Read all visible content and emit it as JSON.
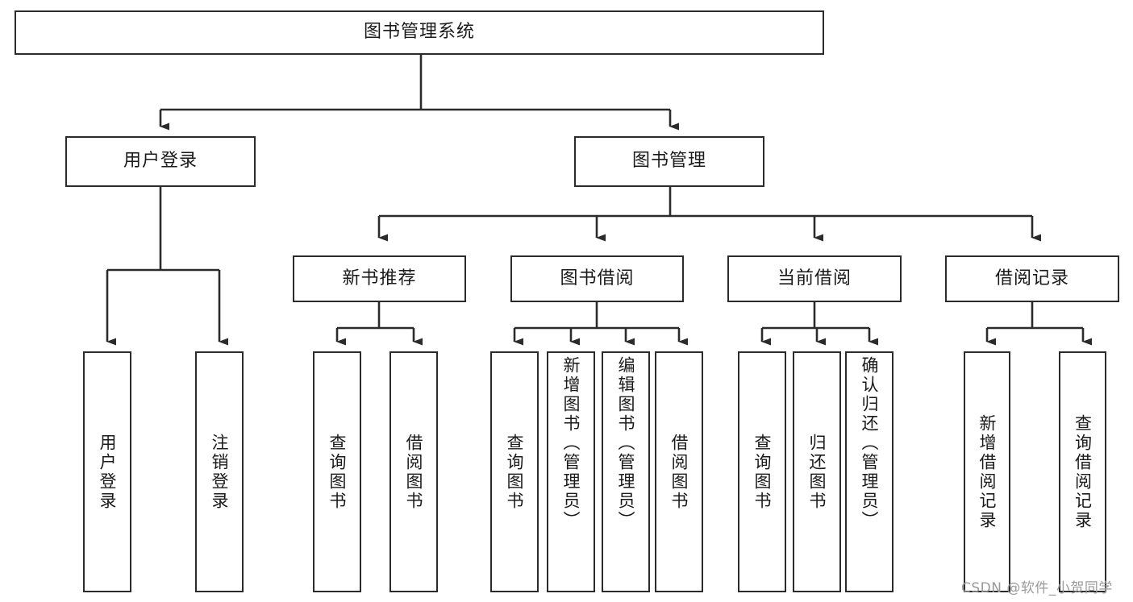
{
  "diagram": {
    "title": "图书管理系统",
    "type": "tree-hierarchy-diagram",
    "root": {
      "label": "图书管理系统"
    },
    "level2": [
      {
        "label": "用户登录"
      },
      {
        "label": "图书管理"
      }
    ],
    "level3": [
      {
        "label": "新书推荐"
      },
      {
        "label": "图书借阅"
      },
      {
        "label": "当前借阅"
      },
      {
        "label": "借阅记录"
      }
    ],
    "leaves": {
      "user_login": [
        {
          "label": "用户登录"
        },
        {
          "label": "注销登录"
        }
      ],
      "new_book_recommend": [
        {
          "label": "查询图书"
        },
        {
          "label": "借阅图书"
        }
      ],
      "book_borrow": [
        {
          "label": "查询图书"
        },
        {
          "label": "新增图书（管理员）"
        },
        {
          "label": "编辑图书（管理员）"
        },
        {
          "label": "借阅图书"
        }
      ],
      "current_borrow": [
        {
          "label": "查询图书"
        },
        {
          "label": "归还图书"
        },
        {
          "label": "确认归还（管理员）"
        }
      ],
      "borrow_record": [
        {
          "label": "新增借阅记录"
        },
        {
          "label": "查询借阅记录"
        }
      ]
    },
    "watermark": "CSDN @软件_小贺同学",
    "colors": {
      "stroke": "#2b2b2b",
      "background": "#ffffff",
      "text": "#1a1a1a",
      "watermark": "#9a9a9a"
    }
  }
}
